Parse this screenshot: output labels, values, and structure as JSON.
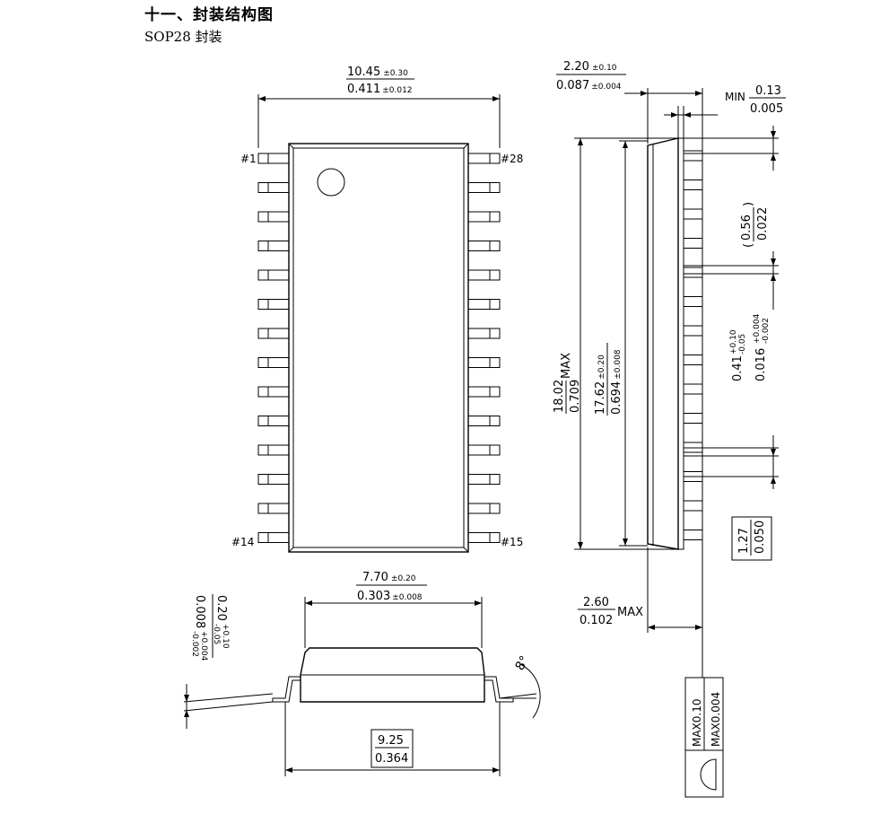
{
  "section_title": "十一、封装结构图",
  "package_name": "SOP28 封装",
  "pins": {
    "pin1": "#1",
    "pin28": "#28",
    "pin14": "#14",
    "pin15": "#15"
  },
  "dimensions": {
    "width_overall": {
      "mm": "10.45",
      "mm_tol": "±0.30",
      "inch": "0.411",
      "inch_tol": "±0.012"
    },
    "side_height": {
      "mm": "2.20",
      "mm_tol": "±0.10",
      "inch": "0.087",
      "inch_tol": "±0.004"
    },
    "standoff": {
      "prefix": "MIN",
      "mm": "0.13",
      "inch": "0.005"
    },
    "length_max": {
      "mm": "18.02",
      "inch": "0.709",
      "suffix": "MAX"
    },
    "body_length": {
      "mm": "17.62",
      "mm_tol": "±0.20",
      "inch": "0.694",
      "inch_tol": "±0.008"
    },
    "lead_spacing": {
      "mm": "0.56",
      "inch": "0.022"
    },
    "lead_width": {
      "mm": "0.41",
      "mm_tol_plus": "+0.10",
      "mm_tol_minus": "-0.05",
      "inch": "0.016",
      "inch_tol_plus": "+0.004",
      "inch_tol_minus": "-0.002"
    },
    "pitch": {
      "mm": "1.27",
      "inch": "0.050"
    },
    "total_height": {
      "mm": "2.60",
      "inch": "0.102",
      "suffix": "MAX"
    },
    "body_width": {
      "mm": "7.70",
      "mm_tol": "±0.20",
      "inch": "0.303",
      "inch_tol": "±0.008"
    },
    "lead_thickness": {
      "mm": "0.20",
      "mm_tol_plus": "+0.10",
      "mm_tol_minus": "-0.05",
      "inch": "0.008",
      "inch_tol_plus": "+0.004",
      "inch_tol_minus": "-0.002"
    },
    "lead_span": {
      "mm": "9.25",
      "inch": "0.364"
    },
    "lead_angle": "8°",
    "coplanarity": {
      "mm": "MAX0.10",
      "inch": "MAX0.004"
    }
  }
}
